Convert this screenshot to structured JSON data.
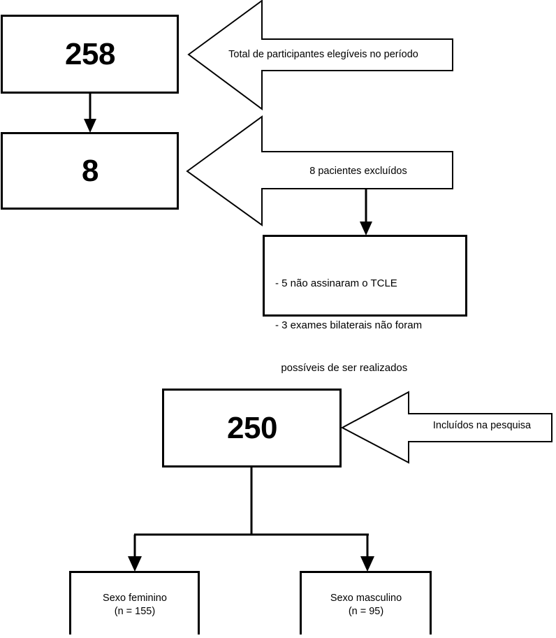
{
  "diagram": {
    "type": "flowchart",
    "title": "Fluxograma de participantes",
    "language": "pt-BR",
    "colors": {
      "stroke": "#000000",
      "fill": "#ffffff",
      "text": "#000000"
    },
    "nodes": {
      "eligible_box": {
        "value": "258",
        "shape": "rectangle"
      },
      "excluded_box": {
        "value": "8",
        "shape": "rectangle"
      },
      "included_box": {
        "value": "250",
        "shape": "rectangle"
      },
      "exclusion_details_box": {
        "line1": "- 5 não assinaram o TCLE",
        "line2": "- 3 exames bilaterais não foram",
        "line3": "  possíveis de ser realizados",
        "shape": "rectangle"
      },
      "female_box": {
        "line1": "Sexo feminino",
        "line2": "(n = 155)",
        "shape": "rectangle"
      },
      "male_box": {
        "line1": "Sexo masculino",
        "line2": "(n = 95)",
        "shape": "rectangle"
      }
    },
    "callout_arrows": {
      "eligible_arrow": {
        "label": "Total de participantes elegíveis no período",
        "direction": "left"
      },
      "excluded_arrow": {
        "label": "8 pacientes excluídos",
        "direction": "left"
      },
      "included_arrow": {
        "label": "Incluídos na pesquisa",
        "direction": "left"
      }
    },
    "connectors": [
      {
        "name": "eligible-to-excluded",
        "from": "eligible_box",
        "to": "excluded_box",
        "style": "arrow-down"
      },
      {
        "name": "excluded-arrow-to-details",
        "from": "excluded_arrow",
        "to": "exclusion_details_box",
        "style": "arrow-down"
      },
      {
        "name": "included-to-sex-split",
        "from": "included_box",
        "to": "female_box,male_box",
        "style": "split-arrow-down"
      }
    ]
  }
}
